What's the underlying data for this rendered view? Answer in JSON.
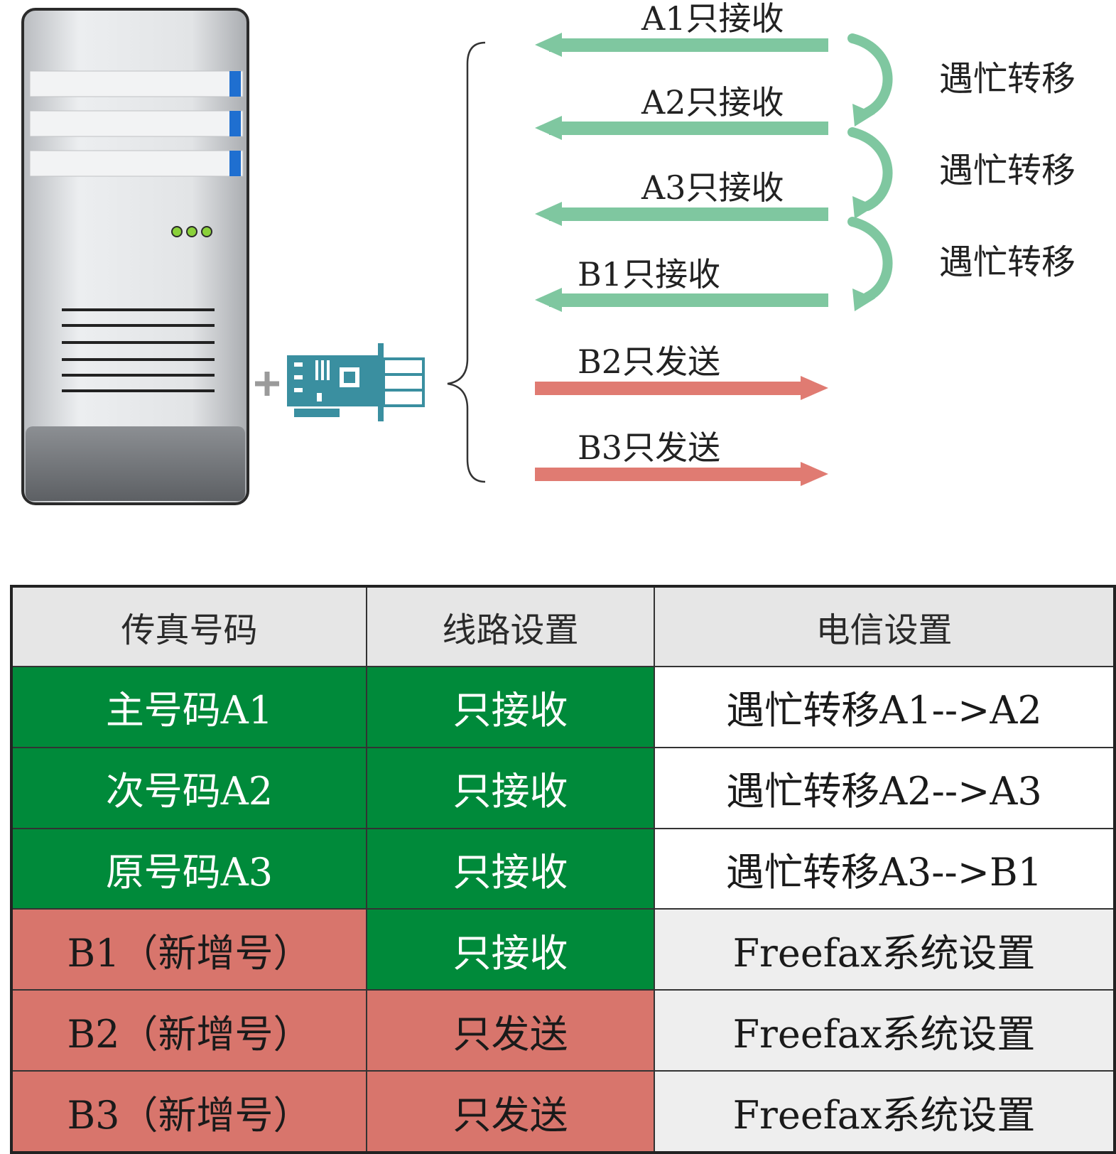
{
  "diagram": {
    "lines": [
      {
        "label": "A1只接收",
        "direction": "receive"
      },
      {
        "label": "A2只接收",
        "direction": "receive"
      },
      {
        "label": "A3只接收",
        "direction": "receive"
      },
      {
        "label": "B1只接收",
        "direction": "receive"
      },
      {
        "label": "B2只发送",
        "direction": "send"
      },
      {
        "label": "B3只发送",
        "direction": "send"
      }
    ],
    "busy_transfer_labels": [
      "遇忙转移",
      "遇忙转移",
      "遇忙转移"
    ],
    "colors": {
      "receive": "#7fc7a0",
      "send": "#e07b72",
      "busy_arrow": "#7fc7a0"
    },
    "icons": [
      "server-icon",
      "plus-icon",
      "fax-card-icon",
      "brace-icon"
    ]
  },
  "table": {
    "headers": [
      "传真号码",
      "线路设置",
      "电信设置"
    ],
    "rows": [
      [
        {
          "text": "主号码A1",
          "color": "green"
        },
        {
          "text": "只接收",
          "color": "green"
        },
        {
          "text": "遇忙转移A1-->A2",
          "color": "white"
        }
      ],
      [
        {
          "text": "次号码A2",
          "color": "green"
        },
        {
          "text": "只接收",
          "color": "green"
        },
        {
          "text": "遇忙转移A2-->A3",
          "color": "white"
        }
      ],
      [
        {
          "text": "原号码A3",
          "color": "green"
        },
        {
          "text": "只接收",
          "color": "green"
        },
        {
          "text": "遇忙转移A3-->B1",
          "color": "white"
        }
      ],
      [
        {
          "text": "B1（新增号）",
          "color": "red"
        },
        {
          "text": "只接收",
          "color": "green"
        },
        {
          "text": "Freefax系统设置",
          "color": "gray"
        }
      ],
      [
        {
          "text": "B2（新增号）",
          "color": "red"
        },
        {
          "text": "只发送",
          "color": "red"
        },
        {
          "text": "Freefax系统设置",
          "color": "gray"
        }
      ],
      [
        {
          "text": "B3（新增号）",
          "color": "red"
        },
        {
          "text": "只发送",
          "color": "red"
        },
        {
          "text": "Freefax系统设置",
          "color": "gray"
        }
      ]
    ]
  }
}
